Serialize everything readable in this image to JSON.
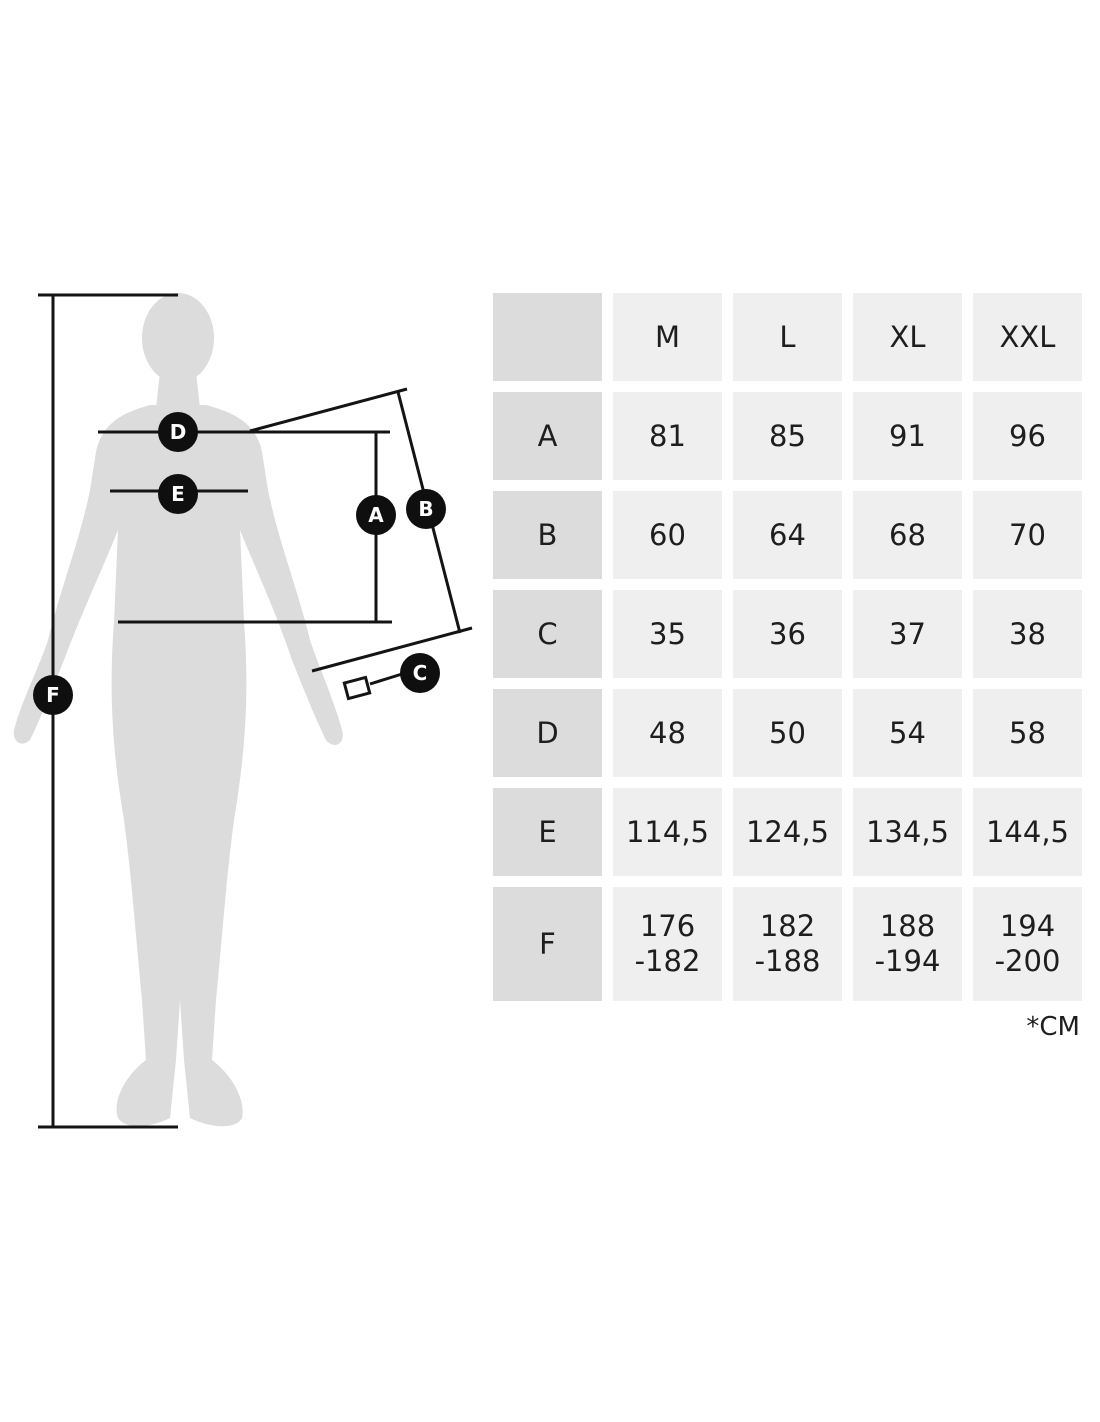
{
  "table": {
    "columns": [
      "M",
      "L",
      "XL",
      "XXL"
    ],
    "rows": [
      {
        "label": "A",
        "values": [
          "81",
          "85",
          "91",
          "96"
        ]
      },
      {
        "label": "B",
        "values": [
          "60",
          "64",
          "68",
          "70"
        ]
      },
      {
        "label": "C",
        "values": [
          "35",
          "36",
          "37",
          "38"
        ]
      },
      {
        "label": "D",
        "values": [
          "48",
          "50",
          "54",
          "58"
        ]
      },
      {
        "label": "E",
        "values": [
          "114,5",
          "124,5",
          "134,5",
          "144,5"
        ]
      },
      {
        "label": "F",
        "values": [
          [
            "176",
            "-182"
          ],
          [
            "182",
            "-188"
          ],
          [
            "188",
            "-194"
          ],
          [
            "194",
            "-200"
          ]
        ]
      }
    ]
  },
  "unit_note": "*CM",
  "markers": {
    "A": "A",
    "B": "B",
    "C": "C",
    "D": "D",
    "E": "E",
    "F": "F"
  },
  "colors": {
    "silhouette": "#dcdcdc",
    "marker": "#0f0f0f",
    "line": "#141414",
    "cell": "#efefef",
    "header_cell": "#dcdcdc"
  }
}
